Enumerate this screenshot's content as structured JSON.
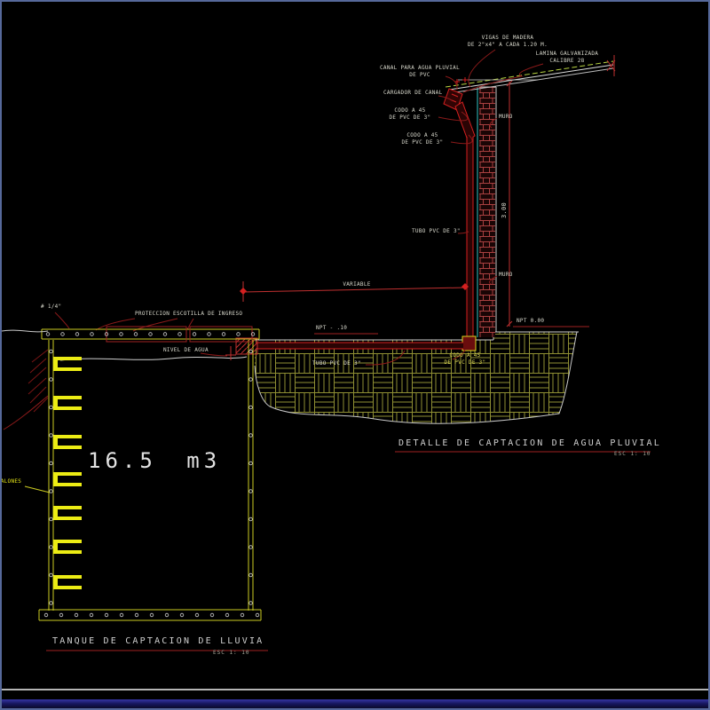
{
  "meta": {
    "background": "#000000",
    "frame_color": "#56689a",
    "accent_red": "#c03030",
    "accent_yellow": "#e8e810",
    "accent_cyan": "#35c5c5",
    "hatch_olive": "#8f8f33"
  },
  "detail": {
    "title": "DETALLE DE CAPTACION DE AGUA PLUVIAL",
    "scale": "ESC 1: 10",
    "labels": {
      "vigas1": "VIGAS DE MADERA",
      "vigas2": "DE 2\"x4\" A CADA 1.20 M.",
      "lamina1": "LAMINA GALVANIZADA",
      "lamina2": "CALIBRE 28",
      "canal1": "CANAL PARA AGUA PLUVIAL",
      "canal2": "DE PVC",
      "cargador": "CARGADOR DE CANAL",
      "codo_a1": "CODO A 45",
      "codo_a2": "DE PVC DE 3\"",
      "codo_b1": "CODO A 45",
      "codo_b2": "DE PVC DE 3\"",
      "codo_c1": "CODO A 45",
      "codo_c2": "DE PVC DE 3\"",
      "muro_top": "MURO",
      "muro_bottom": "MURO",
      "tubo_vertical": "TUBO PVC DE 3\"",
      "tubo_horizontal": "TUBO PVC DE 3\"",
      "dim_height": "3.00",
      "dim_variable": "VARIABLE",
      "npt_zero": "NPT 0.00",
      "npt_minus": "NPT - .10"
    }
  },
  "tank": {
    "title": "TANQUE DE CAPTACION DE LLUVIA",
    "scale": "ESC 1: 10",
    "labels": {
      "rebar": "# 1/4\"",
      "proteccion": "PROTECCION ESCOTILLA DE INGRESO",
      "nivel": "NIVEL DE AGUA",
      "volumen": "16.5 m3",
      "escalones": "ESCALONES"
    }
  }
}
